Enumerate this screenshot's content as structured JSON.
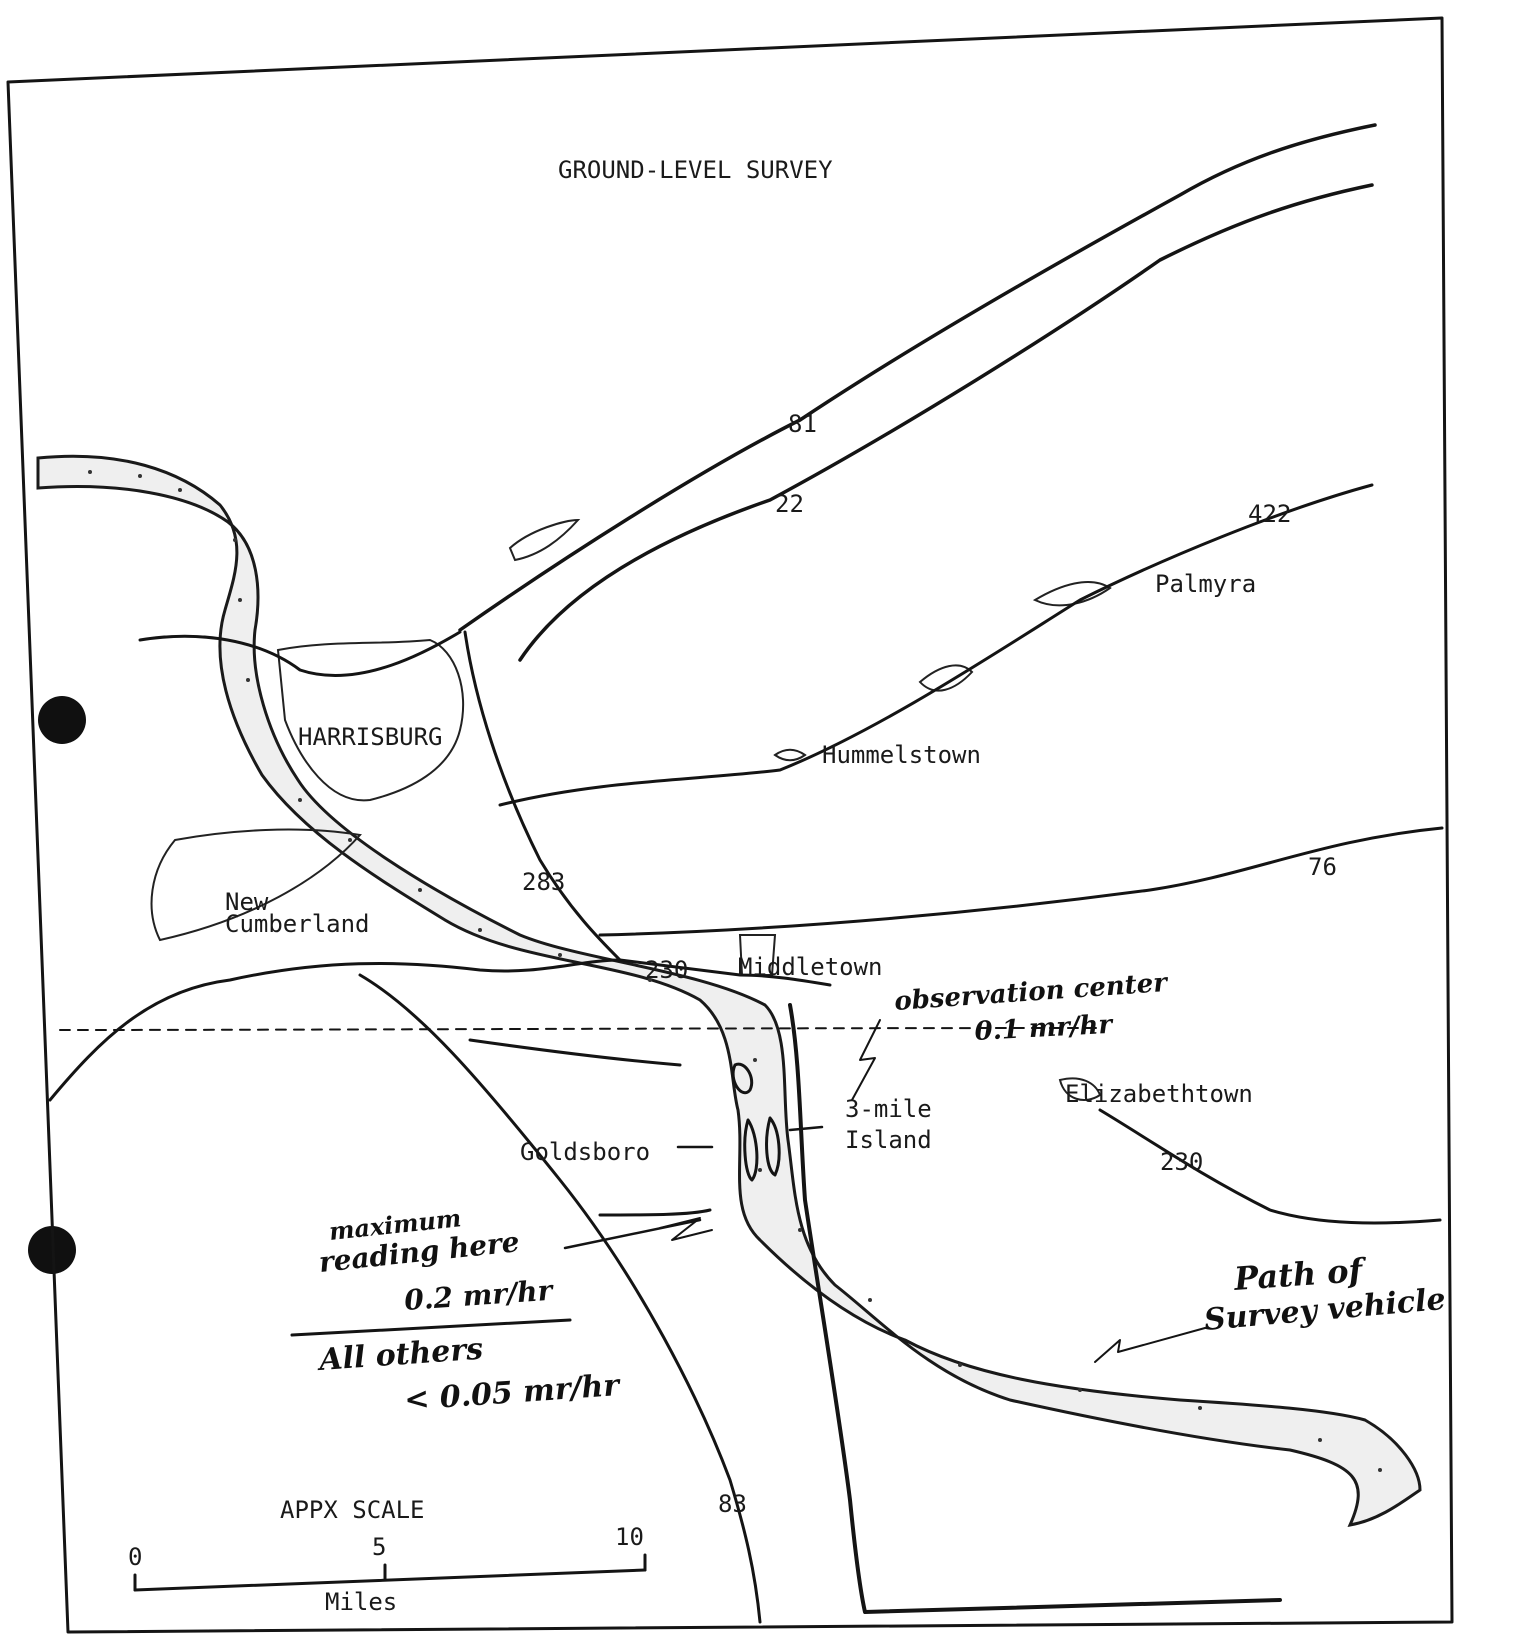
{
  "map": {
    "title": "GROUND-LEVEL SURVEY",
    "places": {
      "harrisburg": "HARRISBURG",
      "new_cumberland_1": "New",
      "new_cumberland_2": "Cumberland",
      "middletown": "Middletown",
      "hummelstown": "Hummelstown",
      "palmyra": "Palmyra",
      "elizabethtown": "Elizabethtown",
      "goldsboro": "Goldsboro",
      "tmi_1": "3-mile",
      "tmi_2": "Island"
    },
    "routes": {
      "r81": "81",
      "r22": "22",
      "r422": "422",
      "r76": "76",
      "r283": "283",
      "r230a": "230",
      "r230b": "230",
      "r83": "83"
    },
    "annotations": {
      "obs_1": "observation center",
      "obs_2": "0.1 mr/hr",
      "max_1": "maximum",
      "max_2": "reading here",
      "max_3": "0.2 mr/hr",
      "others_1": "All others",
      "others_2": "< 0.05 mr/hr",
      "path_1": "Path of",
      "path_2": "Survey vehicle"
    },
    "scale": {
      "title": "APPX SCALE",
      "tick_0": "0",
      "tick_5": "5",
      "tick_10": "10",
      "unit": "Miles"
    }
  }
}
